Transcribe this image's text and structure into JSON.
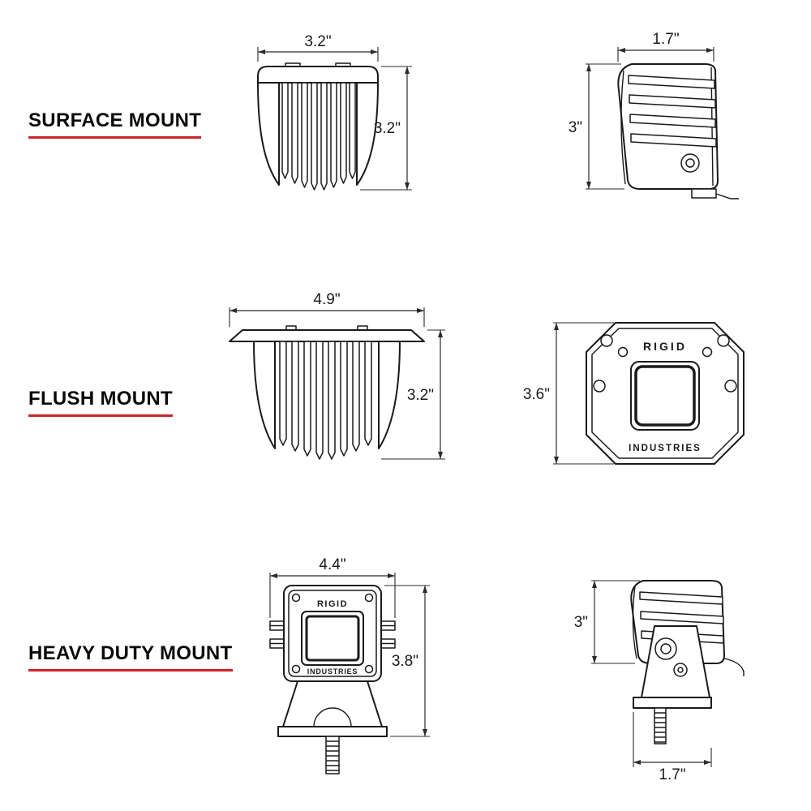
{
  "colors": {
    "label_underline": "#c9252b",
    "line_art": "#1a1a1a",
    "dimension": "#2b2b2b",
    "background": "#ffffff"
  },
  "rows": [
    {
      "label": "SURFACE MOUNT",
      "front": {
        "width": "3.2\"",
        "height": "3.2\""
      },
      "side": {
        "width": "1.7\"",
        "height": "3\""
      }
    },
    {
      "label": "FLUSH MOUNT",
      "front": {
        "width": "4.9\"",
        "height": "3.2\""
      },
      "face": {
        "height": "3.6\"",
        "brand_line1": "RIGID",
        "brand_line2": "INDUSTRIES"
      }
    },
    {
      "label": "HEAVY DUTY MOUNT",
      "front": {
        "width": "4.4\"",
        "height": "3.8\"",
        "brand_line1": "RIGID",
        "brand_line2": "INDUSTRIES"
      },
      "side": {
        "height": "3\"",
        "width": "1.7\""
      }
    }
  ]
}
